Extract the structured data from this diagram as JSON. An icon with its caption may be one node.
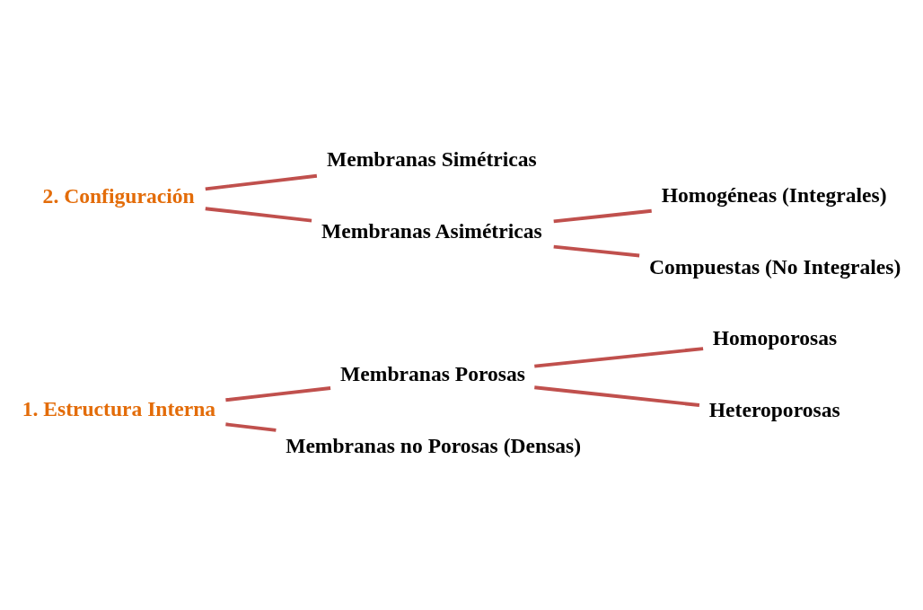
{
  "diagram": {
    "nodes": [
      {
        "text": [
          "1. Estructura Interna"
        ]
      },
      {
        "text": [
          "Membranas Porosas"
        ]
      },
      {
        "text": [
          "Homoporosas"
        ]
      },
      {
        "text": [
          "Heteroporosas"
        ]
      },
      {
        "text": [
          "Membranas no Porosas (Densas)"
        ]
      },
      {
        "text": [
          "2. Configuración"
        ]
      },
      {
        "text": [
          "Membranas Simétricas"
        ]
      },
      {
        "text": [
          "Membranas Asimétricas"
        ]
      },
      {
        "text": [
          "Homogéneas (Integrales)"
        ]
      },
      {
        "text": [
          "Compuestas (No Integrales)"
        ]
      }
    ],
    "edges": [
      {
        "from": 0,
        "to": 1,
        "arrow": "none"
      },
      {
        "from": 0,
        "to": 4,
        "arrow": "none"
      },
      {
        "from": 1,
        "to": 2,
        "arrow": "none"
      },
      {
        "from": 1,
        "to": 3,
        "arrow": "none"
      },
      {
        "from": 5,
        "to": 6,
        "arrow": "none"
      },
      {
        "from": 5,
        "to": 7,
        "arrow": "none"
      },
      {
        "from": 7,
        "to": 8,
        "arrow": "none"
      },
      {
        "from": 7,
        "to": 9,
        "arrow": "none"
      }
    ]
  }
}
